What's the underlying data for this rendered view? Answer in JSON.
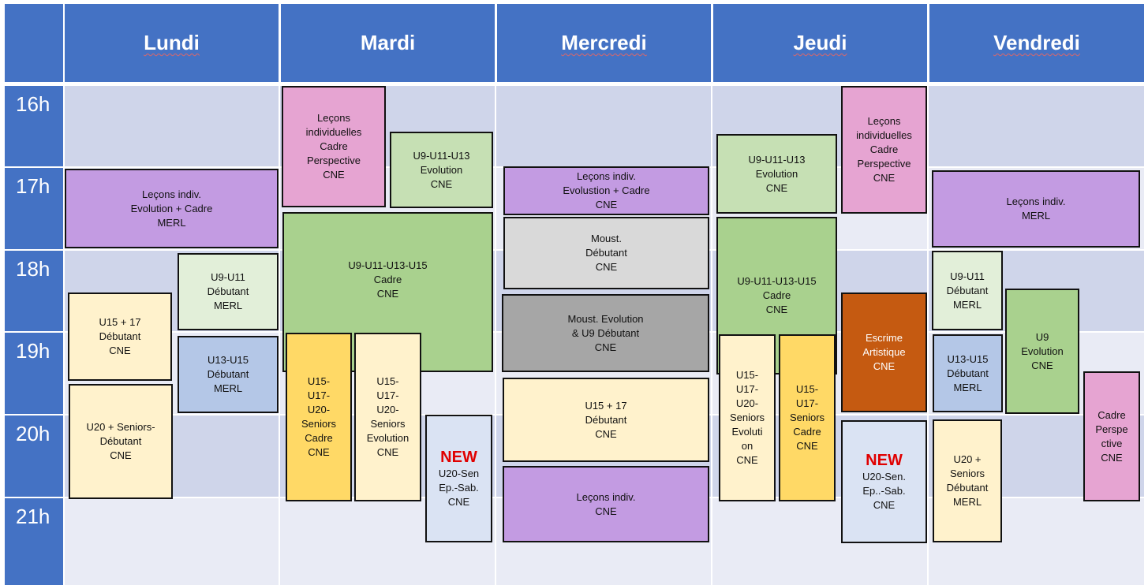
{
  "days": [
    "Lundi",
    "Mardi",
    "Mercredi",
    "Jeudi",
    "Vendredi"
  ],
  "hours": [
    "16h",
    "17h",
    "18h",
    "19h",
    "20h",
    "21h"
  ],
  "colors": {
    "header_blue": "#4472c4",
    "row_dark": "#cfd5ea",
    "row_light": "#e9ebf5",
    "new_red": "#e00000"
  },
  "blocks": [
    {
      "id": "lundi-lecons",
      "color": "purple",
      "lines": [
        "Leçons indiv.",
        "Evolution + Cadre",
        "MERL"
      ]
    },
    {
      "id": "lundi-u9u11",
      "color": "paleg",
      "lines": [
        "U9-U11",
        "Débutant",
        "MERL"
      ]
    },
    {
      "id": "lundi-u15-17",
      "color": "cream",
      "lines": [
        "U15 + 17",
        "Débutant",
        "CNE"
      ]
    },
    {
      "id": "lundi-u13u15",
      "color": "pblue",
      "lines": [
        "U13-U15",
        "Débutant",
        "MERL"
      ]
    },
    {
      "id": "lundi-u20",
      "color": "cream",
      "lines": [
        "U20 + Seniors-",
        "Débutant",
        "CNE"
      ]
    },
    {
      "id": "mardi-lecons",
      "color": "pink",
      "lines": [
        "Leçons",
        "individuelles",
        "Cadre",
        "Perspective",
        "CNE"
      ]
    },
    {
      "id": "mardi-u9u13",
      "color": "lgreen",
      "lines": [
        "U9-U11-U13",
        "Evolution",
        "CNE"
      ]
    },
    {
      "id": "mardi-u9u15",
      "color": "green",
      "lines": [
        "U9-U11-U13-U15",
        "Cadre",
        "CNE"
      ]
    },
    {
      "id": "mardi-u15-cadre",
      "color": "gold",
      "lines": [
        "U15-",
        "U17-",
        "U20-",
        "Seniors",
        "Cadre",
        "CNE"
      ]
    },
    {
      "id": "mardi-u15-evol",
      "color": "cream",
      "lines": [
        "U15-",
        "U17-",
        "U20-",
        "Seniors",
        "Evolution",
        "CNE"
      ]
    },
    {
      "id": "mardi-new",
      "color": "vpblue",
      "new": "NEW",
      "lines": [
        "U20-Sen",
        "Ep.-Sab.",
        "CNE"
      ]
    },
    {
      "id": "mercredi-lecons1",
      "color": "purple",
      "lines": [
        "Leçons indiv.",
        "Evolustion + Cadre",
        "CNE"
      ]
    },
    {
      "id": "mercredi-moust",
      "color": "lgrey",
      "lines": [
        "Moust.",
        "Débutant",
        "CNE"
      ]
    },
    {
      "id": "mercredi-moust-evol",
      "color": "grey",
      "lines": [
        "Moust. Evolution",
        "& U9 Débutant",
        "CNE"
      ]
    },
    {
      "id": "mercredi-u15-17",
      "color": "cream",
      "lines": [
        "U15 + 17",
        "Débutant",
        "CNE"
      ]
    },
    {
      "id": "mercredi-lecons2",
      "color": "purple",
      "lines": [
        "Leçons indiv.",
        "CNE"
      ]
    },
    {
      "id": "jeudi-u9u13",
      "color": "lgreen",
      "lines": [
        "U9-U11-U13",
        "Evolution",
        "CNE"
      ]
    },
    {
      "id": "jeudi-lecons",
      "color": "pink",
      "lines": [
        "Leçons",
        "individuelles",
        "Cadre",
        "Perspective",
        "CNE"
      ]
    },
    {
      "id": "jeudi-u9u15",
      "color": "green",
      "lines": [
        "U9-U11-U13-U15",
        "Cadre",
        "CNE"
      ]
    },
    {
      "id": "jeudi-escrime",
      "color": "orange",
      "lines": [
        "Escrime",
        "Artistique",
        "CNE"
      ]
    },
    {
      "id": "jeudi-u15-evol",
      "color": "cream",
      "lines": [
        "U15-",
        "U17-",
        "U20-",
        "Seniors",
        "Evoluti",
        "on",
        "CNE"
      ]
    },
    {
      "id": "jeudi-u15-cadre",
      "color": "gold",
      "lines": [
        "U15-",
        "U17-",
        "Seniors",
        "Cadre",
        "CNE"
      ]
    },
    {
      "id": "jeudi-new",
      "color": "vpblue",
      "new": "NEW",
      "lines": [
        "U20-Sen.",
        "Ep..-Sab.",
        "CNE"
      ]
    },
    {
      "id": "vendredi-lecons",
      "color": "purple",
      "lines": [
        "Leçons indiv.",
        "MERL"
      ]
    },
    {
      "id": "vendredi-u9u11",
      "color": "paleg",
      "lines": [
        "U9-U11",
        "Débutant",
        "MERL"
      ]
    },
    {
      "id": "vendredi-u9",
      "color": "green",
      "lines": [
        "U9",
        "Evolution",
        "CNE"
      ]
    },
    {
      "id": "vendredi-u13u15",
      "color": "pblue",
      "lines": [
        "U13-U15",
        "Débutant",
        "MERL"
      ]
    },
    {
      "id": "vendredi-cadre",
      "color": "pink",
      "lines": [
        "Cadre",
        "Perspe",
        "ctive",
        "CNE"
      ]
    },
    {
      "id": "vendredi-u20",
      "color": "cream",
      "lines": [
        "U20 +",
        "Seniors",
        "Débutant",
        "MERL"
      ]
    }
  ]
}
